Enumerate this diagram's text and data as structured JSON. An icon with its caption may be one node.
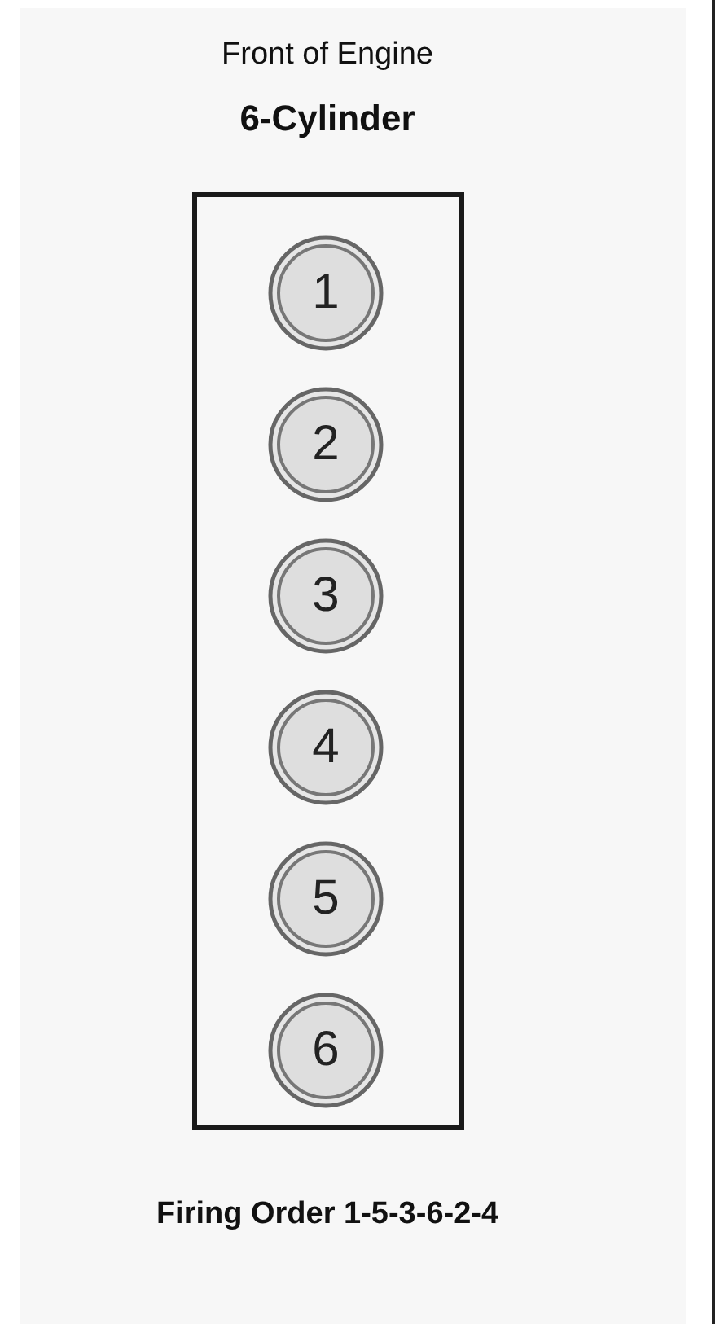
{
  "diagram": {
    "title": "6-Cylinder",
    "nodes": [
      {
        "text": [],
        "shape": "box"
      },
      {
        "text": [
          "1"
        ],
        "in": 0
      },
      {
        "text": [
          "2"
        ],
        "in": 0
      },
      {
        "text": [
          "3"
        ],
        "in": 0
      },
      {
        "text": [
          "4"
        ],
        "in": 0
      },
      {
        "text": [
          "5"
        ],
        "in": 0
      },
      {
        "text": [
          "6"
        ],
        "in": 0
      }
    ],
    "labels": [
      "Front of Engine",
      "Firing Order 1-5-3-6-2-4"
    ]
  }
}
